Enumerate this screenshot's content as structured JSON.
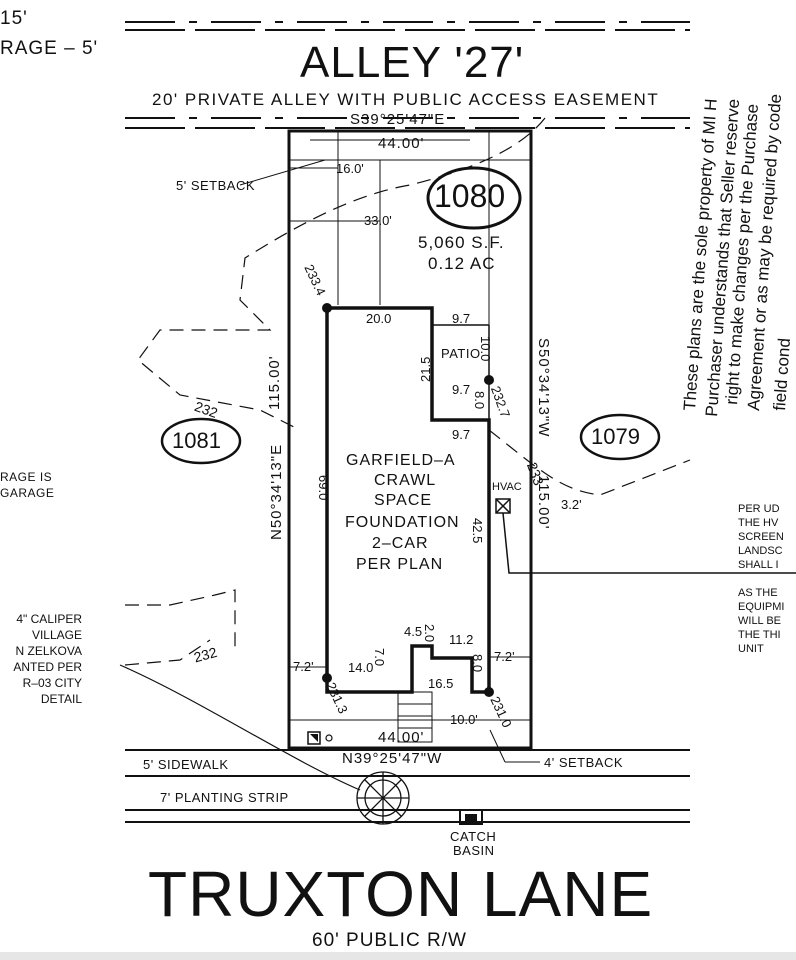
{
  "top_left_notes": {
    "line1": "15'",
    "line2": "RAGE  –  5'"
  },
  "alley": {
    "title": "ALLEY '27'",
    "subtitle": "20' PRIVATE ALLEY WITH PUBLIC ACCESS EASEMENT"
  },
  "lot": {
    "number": "1080",
    "area_sf": "5,060 S.F.",
    "area_ac": "0.12 AC",
    "bearing_top": "S39°25'47\"E",
    "bearing_bottom": "N39°25'47\"W",
    "bearing_left": "N50°34'13\"E",
    "bearing_right": "S50°34'13\"W",
    "length_top": "44.00'",
    "length_bottom": "44.00'",
    "length_left": "115.00'",
    "length_right": "115.00'"
  },
  "neighbors": {
    "left": "1081",
    "right": "1079"
  },
  "house": {
    "line1": "GARFIELD–A",
    "line2": "CRAWL",
    "line3": "SPACE",
    "line4": "FOUNDATION",
    "line5": "2–CAR",
    "line6": "PER PLAN",
    "patio": "PATIO",
    "hvac": "HVAC"
  },
  "dimensions": {
    "d16": "16.0'",
    "d33": "33.0'",
    "d20": "20.0",
    "d97a": "9.7",
    "d97b": "9.7",
    "d97c": "9.7",
    "d215": "21.5",
    "d100": "10.0",
    "d80a": "8.0",
    "d690": "69.0",
    "d425": "42.5",
    "d45": "4.5",
    "d20b": "2.0",
    "d112": "11.2",
    "d70": "7.0",
    "d80b": "8.0",
    "d165": "16.5",
    "d140": "14.0",
    "d72l": "7.2'",
    "d72r": "7.2'",
    "d100b": "10.0'",
    "d32": "3.2'"
  },
  "elevations": {
    "e1": "233.4",
    "e2": "232.7",
    "e3": "231.3",
    "e4": "231.0",
    "c1": "232",
    "c2": "233",
    "c3": "232"
  },
  "labels": {
    "setback5": "5' SETBACK",
    "setback4": "4' SETBACK",
    "sidewalk": "5' SIDEWALK",
    "planting": "7' PLANTING STRIP",
    "catch1": "CATCH",
    "catch2": "BASIN"
  },
  "left_notes": {
    "garage1": "RAGE IS",
    "garage2": "GARAGE",
    "tree1": "4\" CALIPER",
    "tree2": "VILLAGE",
    "tree3": "N ZELKOVA",
    "tree4": "ANTED PER",
    "tree5": "R–03 CITY",
    "tree6": "DETAIL"
  },
  "right_notes": {
    "l1": "PER UD",
    "l2": "THE HV",
    "l3": "SCREEN",
    "l4": "LANDSC",
    "l5": "SHALL I",
    "l6": "AS THE",
    "l7": "EQUIPMI",
    "l8": "WILL BE",
    "l9": "THE THI",
    "l10": "UNIT"
  },
  "disclaimer": {
    "line1": "These plans are the sole property of MI H",
    "line2": "Purchaser understands that Seller reserve",
    "line3": "right to make changes per the Purchase",
    "line4": "Agreement or as may be required by code",
    "line5": "field cond"
  },
  "street": {
    "name": "TRUXTON LANE",
    "row": "60' PUBLIC R/W"
  }
}
